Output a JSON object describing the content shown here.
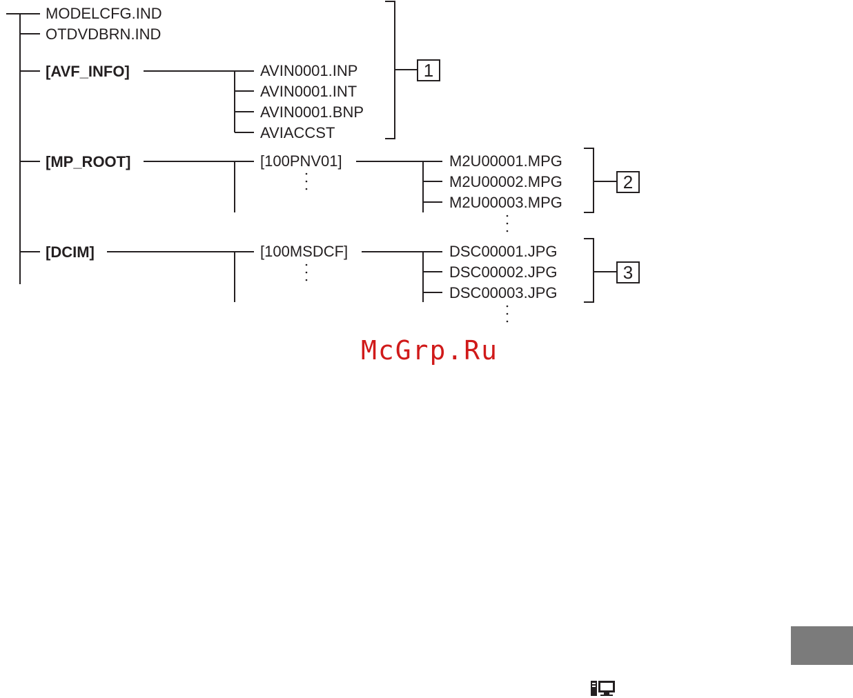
{
  "tree": {
    "root_files": [
      "MODELCFG.IND",
      "OTDVDBRN.IND"
    ],
    "avf_info": {
      "label": "[AVF_INFO]",
      "files": [
        "AVIN0001.INP",
        "AVIN0001.INT",
        "AVIN0001.BNP",
        "AVIACCST"
      ],
      "group_number": "1"
    },
    "mp_root": {
      "label": "[MP_ROOT]",
      "subfolder": "[100PNV01]",
      "files": [
        "M2U00001.MPG",
        "M2U00002.MPG",
        "M2U00003.MPG"
      ],
      "group_number": "2"
    },
    "dcim": {
      "label": "[DCIM]",
      "subfolder": "[100MSDCF]",
      "files": [
        "DSC00001.JPG",
        "DSC00002.JPG",
        "DSC00003.JPG"
      ],
      "group_number": "3"
    }
  },
  "watermark": "McGrp.Ru",
  "colors": {
    "ink": "#231f20",
    "watermark": "#d01a1a",
    "tab": "#7b7b7b"
  },
  "footer_icon": "computer-icon"
}
